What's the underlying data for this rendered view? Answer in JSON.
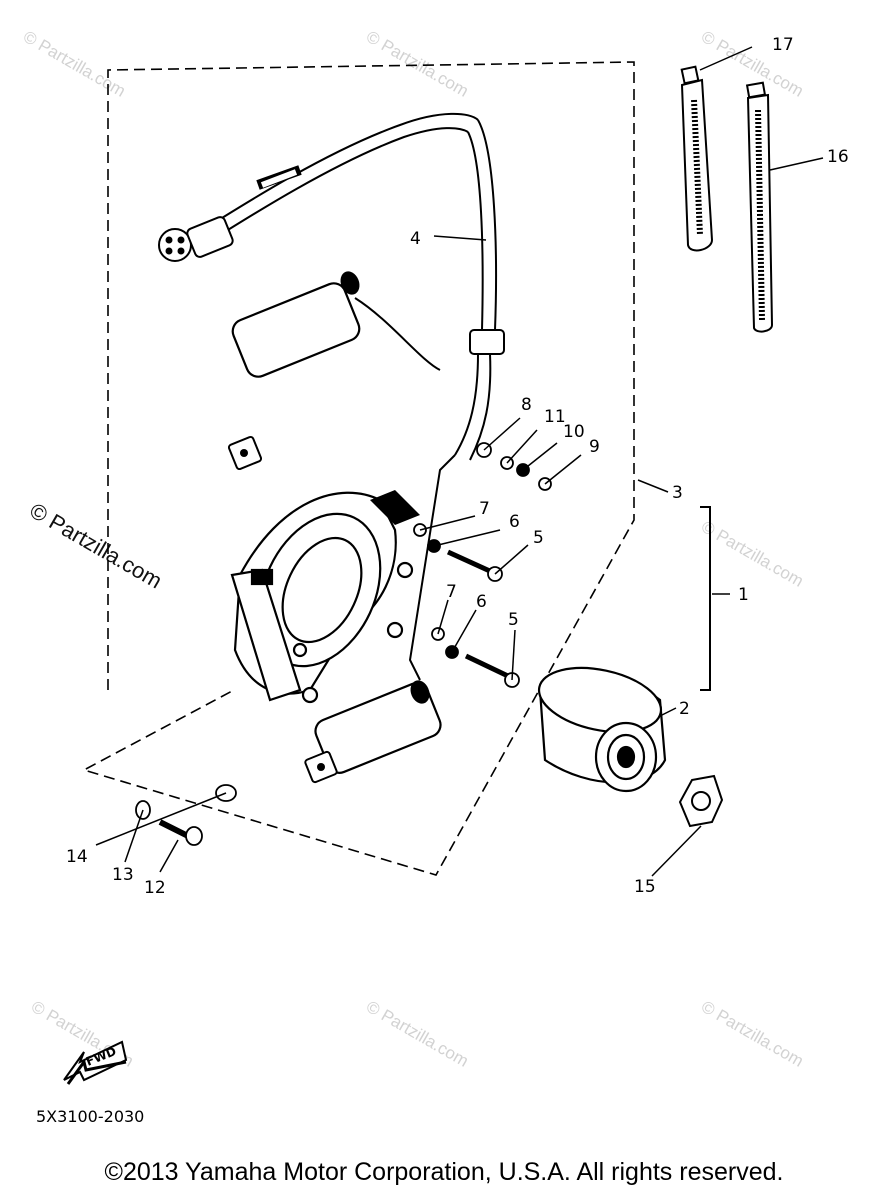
{
  "callouts": [
    {
      "id": "17",
      "label": "17"
    },
    {
      "id": "16",
      "label": "16"
    },
    {
      "id": "4",
      "label": "4"
    },
    {
      "id": "8",
      "label": "8"
    },
    {
      "id": "11",
      "label": "11"
    },
    {
      "id": "10",
      "label": "10"
    },
    {
      "id": "9",
      "label": "9"
    },
    {
      "id": "3",
      "label": "3"
    },
    {
      "id": "1",
      "label": "1"
    },
    {
      "id": "7a",
      "label": "7"
    },
    {
      "id": "6a",
      "label": "6"
    },
    {
      "id": "5a",
      "label": "5"
    },
    {
      "id": "7b",
      "label": "7"
    },
    {
      "id": "6b",
      "label": "6"
    },
    {
      "id": "5b",
      "label": "5"
    },
    {
      "id": "2",
      "label": "2"
    },
    {
      "id": "14",
      "label": "14"
    },
    {
      "id": "13",
      "label": "13"
    },
    {
      "id": "12",
      "label": "12"
    },
    {
      "id": "15",
      "label": "15"
    }
  ],
  "watermark": "© Partzilla.com",
  "drawing_code": "5X3100-2030",
  "fwd_label": "FWD",
  "copyright": "©2013 Yamaha Motor Corporation, U.S.A. All rights reserved."
}
